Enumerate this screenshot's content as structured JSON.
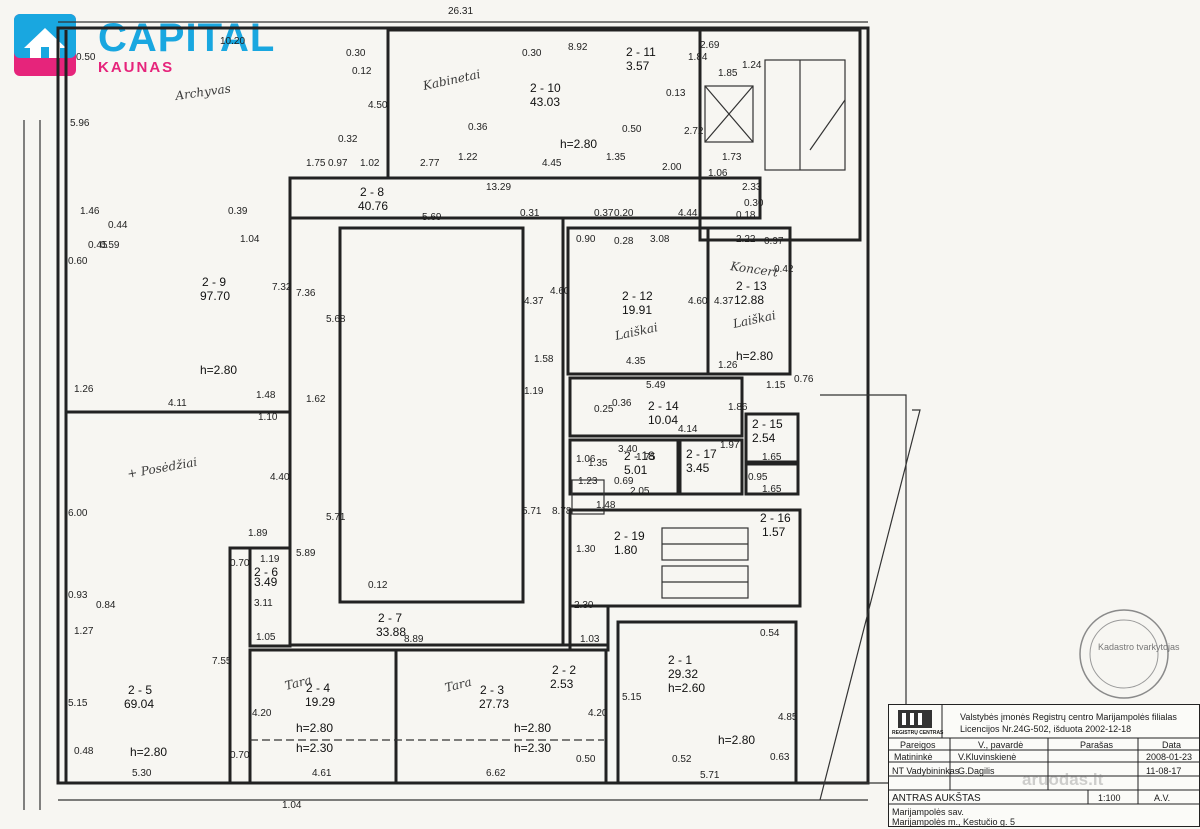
{
  "brand": {
    "name": "CAPITAL",
    "city": "KAUNAS",
    "primary": "#19a7e0",
    "accent": "#e6247b"
  },
  "rooms": [
    {
      "id": "2 - 1",
      "area": "29.32",
      "height": "h=2.60"
    },
    {
      "id": "2 - 2",
      "area": "2.53"
    },
    {
      "id": "2 - 3",
      "area": "27.73"
    },
    {
      "id": "2 - 4",
      "area": "19.29"
    },
    {
      "id": "2 - 5",
      "area": "69.04"
    },
    {
      "id": "2 - 6",
      "area": "3.49"
    },
    {
      "id": "2 - 7",
      "area": "33.88"
    },
    {
      "id": "2 - 8",
      "area": "40.76"
    },
    {
      "id": "2 - 9",
      "area": "97.70"
    },
    {
      "id": "2 - 10",
      "area": "43.03"
    },
    {
      "id": "2 - 11",
      "area": "3.57"
    },
    {
      "id": "2 - 12",
      "area": "19.91"
    },
    {
      "id": "2 - 13",
      "area": "12.88"
    },
    {
      "id": "2 - 14",
      "area": "10.04"
    },
    {
      "id": "2 - 15",
      "area": "2.54"
    },
    {
      "id": "2 - 16",
      "area": "1.57"
    },
    {
      "id": "2 - 17",
      "area": "3.45"
    },
    {
      "id": "2 - 18",
      "area": "5.01"
    },
    {
      "id": "2 - 19",
      "area": "1.80"
    }
  ],
  "heights": {
    "h280": "h=2.80",
    "h230": "h=2.30"
  },
  "dims": [
    "26.31",
    "10.20",
    "0.50",
    "0.30",
    "0.12",
    "5.96",
    "4.50",
    "0.32",
    "1.75",
    "0.97",
    "1.02",
    "2.77",
    "1.22",
    "0.36",
    "4.45",
    "1.35",
    "0.50",
    "2.00",
    "8.92",
    "0.30",
    "2.69",
    "1.24",
    "1.85",
    "1.84",
    "2.72",
    "1.73",
    "1.06",
    "2.33",
    "13.29",
    "5.69",
    "0.31",
    "0.37",
    "0.20",
    "4.44",
    "0.30",
    "0.18",
    "2.22",
    "0.97",
    "0.42",
    "3.08",
    "0.90",
    "0.28",
    "1.46",
    "0.44",
    "0.45",
    "0.59",
    "0.60",
    "0.39",
    "1.04",
    "7.32",
    "7.36",
    "5.68",
    "4.37",
    "4.60",
    "4.60",
    "4.37",
    "4.35",
    "1.58",
    "1.26",
    "1.15",
    "0.76",
    "1.48",
    "5.49",
    "1.26",
    "4.11",
    "1.10",
    "1.62",
    "1.19",
    "0.25",
    "0.36",
    "4.14",
    "1.86",
    "4.40",
    "6.00",
    "5.71",
    "5.71",
    "8.78",
    "3.40",
    "1.06",
    "1.35",
    "1.75",
    "1.97",
    "1.65",
    "0.95",
    "1.65",
    "2.05",
    "0.69",
    "1.23",
    "1.48",
    "1.89",
    "1.30",
    "1.19",
    "5.89",
    "3.11",
    "0.70",
    "0.93",
    "0.84",
    "1.27",
    "7.55",
    "1.05",
    "2.30",
    "1.03",
    "8.89",
    "0.54",
    "5.15",
    "4.20",
    "4.20",
    "5.15",
    "4.85",
    "0.48",
    "5.30",
    "0.70",
    "4.61",
    "6.62",
    "0.50",
    "0.52",
    "5.71",
    "0.63",
    "1.04",
    "0.13",
    "0.12"
  ],
  "notes": {
    "hand1": "Archyvas",
    "hand2": "+ Posėdžiai",
    "hand3": "Kabinetai",
    "hand4": "Koncert",
    "hand5": "Laiškai",
    "hand6": "Laiškai",
    "hand7": "Tara",
    "hand8": "Tara"
  },
  "stamp": {
    "org": "Valstybės įmonės Registrų centro Marijampolės filialas",
    "license": "Licencijos Nr.24G-502, išduota 2002-12-18",
    "logo_text": "REGISTRŲ CENTRAS",
    "headers": [
      "Pareigos",
      "V., pavardė",
      "Parašas",
      "Data"
    ],
    "row1": [
      "Matininkė",
      "V.Kluvinskienė",
      "",
      "2008-01-23"
    ],
    "row2": [
      "NT Vadybininkas",
      "G.Dagilis",
      "",
      "11-08-17"
    ],
    "floor": "ANTRAS AUKŠTAS",
    "scale": "1:100",
    "sheet": "A.V.",
    "address1": "Marijampolės sav.",
    "address2": "Marijampolės m., Kestučio g. 5"
  },
  "seal": {
    "text": "Kadastro tvarkytojas"
  },
  "watermark": "aruodas.lt"
}
